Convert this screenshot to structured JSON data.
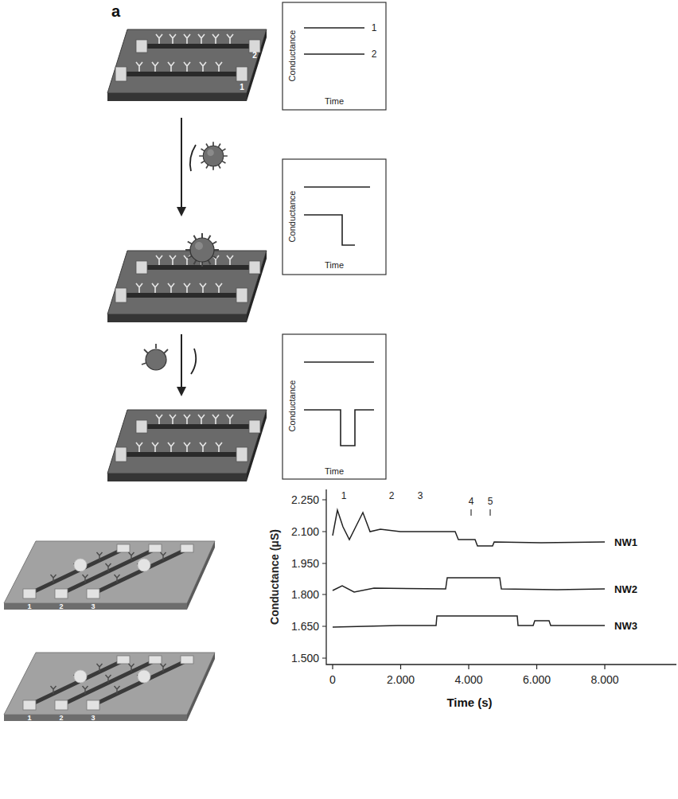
{
  "diagram": {
    "labels": [
      "a",
      "Conductance",
      "1",
      "2",
      "Time",
      "Conductance",
      "Time",
      "Conductance",
      "Time",
      "2",
      "1",
      "1",
      "2",
      "3",
      "1",
      "2",
      "3",
      "Conductance (μS)",
      "2.250",
      "2.100",
      "1.950",
      "1.800",
      "1.650",
      "1.500",
      "0",
      "2.000",
      "4.000",
      "6.000",
      "8.000",
      "Time (s)",
      "1",
      "2",
      "3",
      "4",
      "5",
      "NW1",
      "NW2",
      "NW3"
    ]
  }
}
